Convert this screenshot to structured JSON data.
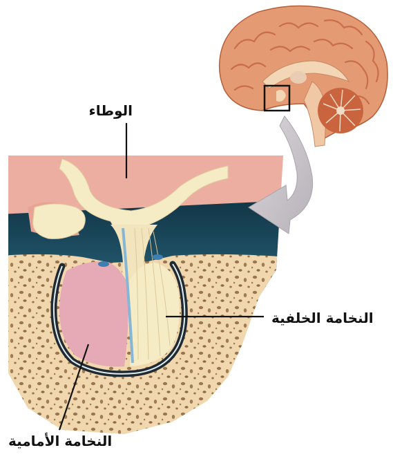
{
  "labels": {
    "hypothalamus": "الوطاء",
    "posterior_pituitary": "النخامة الخلفية",
    "anterior_pituitary": "النخامة الأمامية"
  },
  "colors": {
    "brain_tissue": "#e49a72",
    "brain_gyri_shadow": "#c96e4a",
    "hypothalamus_tissue": "#ebaea0",
    "nerve_tissue": "#f5ebc4",
    "anterior_lobe": "#e6aab6",
    "bone": "#f0d7ad",
    "bone_pores": "#9a7550",
    "dark_cavity": "#1c4f66",
    "capsule_outline": "#1f2a33",
    "arrow": "#c8c4c9",
    "blood_vessel": "#86b6d6"
  }
}
